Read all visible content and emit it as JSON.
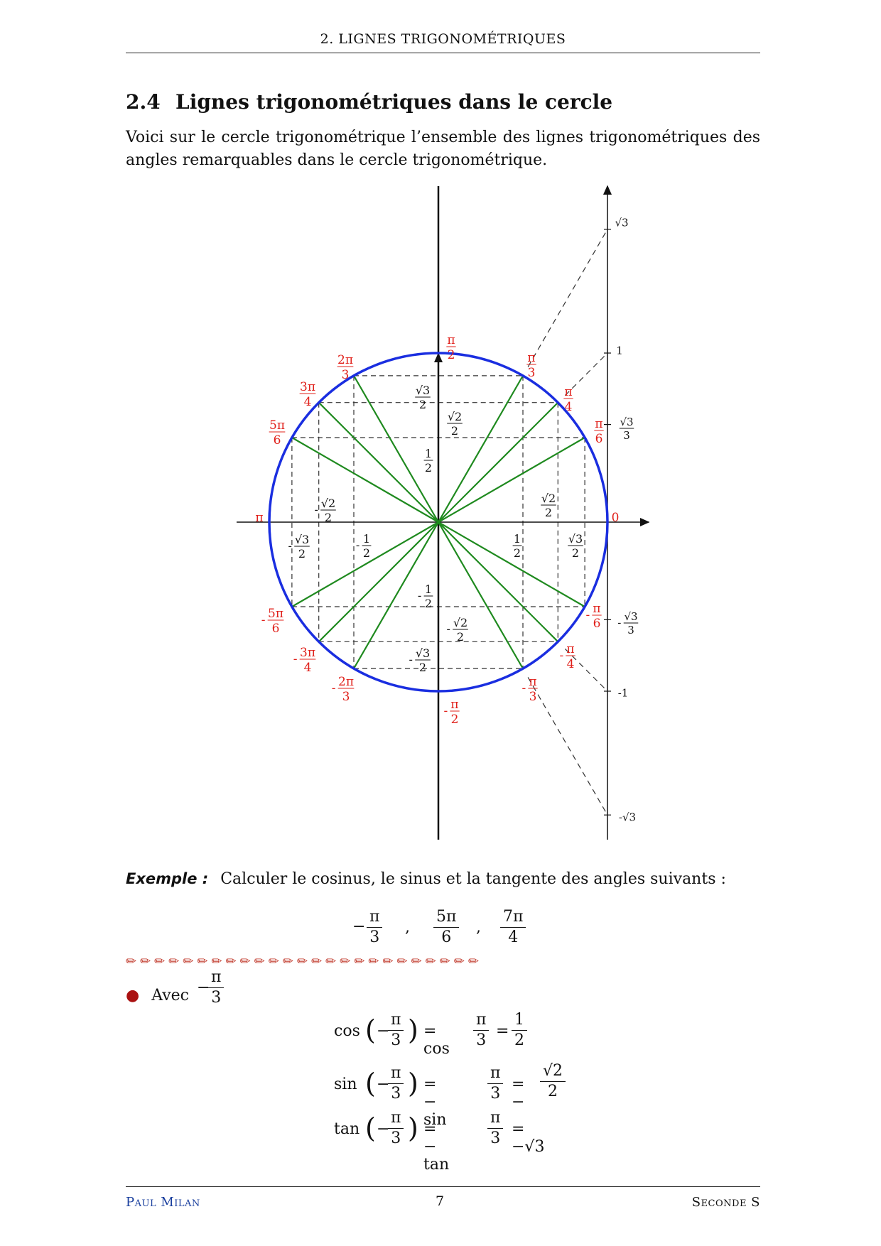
{
  "header": {
    "title": "2.  LIGNES TRIGONOMÉTRIQUES"
  },
  "section": {
    "number": "2.4",
    "title": "Lignes trigonométriques dans le cercle"
  },
  "intro": "Voici sur le cercle trigonométrique l’ensemble des lignes trigonométriques des angles remarquables dans le cercle trigonométrique.",
  "figure": {
    "colors": {
      "circle": "#1a2ee0",
      "rays": "#1f8a1f",
      "angle_labels": "#e0201a",
      "axes": "#111111",
      "dashes": "#333333"
    },
    "angle_labels": [
      {
        "num": "π",
        "den": "2"
      },
      {
        "num": "π",
        "den": "3"
      },
      {
        "num": "π",
        "den": "4"
      },
      {
        "num": "π",
        "den": "6"
      },
      {
        "text": "0"
      },
      {
        "text": "π"
      },
      {
        "num": "2π",
        "den": "3"
      },
      {
        "num": "3π",
        "den": "4"
      },
      {
        "num": "5π",
        "den": "6"
      },
      {
        "sign": "-",
        "num": "5π",
        "den": "6"
      },
      {
        "sign": "-",
        "num": "3π",
        "den": "4"
      },
      {
        "sign": "-",
        "num": "2π",
        "den": "3"
      },
      {
        "sign": "-",
        "num": "π",
        "den": "2"
      },
      {
        "sign": "-",
        "num": "π",
        "den": "3"
      },
      {
        "sign": "-",
        "num": "π",
        "den": "4"
      },
      {
        "sign": "-",
        "num": "π",
        "den": "6"
      }
    ],
    "value_labels": [
      {
        "num": "√3",
        "den": "2"
      },
      {
        "num": "√2",
        "den": "2"
      },
      {
        "num": "1",
        "den": "2"
      },
      {
        "sign": "-",
        "num": "√2",
        "den": "2"
      },
      {
        "num": "√2",
        "den": "2"
      },
      {
        "sign": "-",
        "num": "√3",
        "den": "2"
      },
      {
        "sign": "-",
        "num": "1",
        "den": "2"
      },
      {
        "num": "1",
        "den": "2"
      },
      {
        "num": "√3",
        "den": "2"
      },
      {
        "sign": "-",
        "num": "1",
        "den": "2"
      },
      {
        "sign": "-",
        "num": "√2",
        "den": "2"
      },
      {
        "sign": "-",
        "num": "√3",
        "den": "2"
      }
    ],
    "tangent_labels": [
      {
        "text": "√3"
      },
      {
        "text": "1"
      },
      {
        "num": "√3",
        "den": "3"
      },
      {
        "sign": "-",
        "num": "√3",
        "den": "3"
      },
      {
        "text": "-1"
      },
      {
        "text": "-√3"
      }
    ]
  },
  "example": {
    "label": "Exemple :",
    "text": "Calculer le cosinus, le sinus et la tangente des angles suivants :",
    "angles": [
      {
        "sign": "−",
        "num": "π",
        "den": "3"
      },
      {
        "num": "5π",
        "den": "6"
      },
      {
        "num": "7π",
        "den": "4"
      }
    ],
    "separator": ","
  },
  "pencils": "✏✏✏✏✏✏✏✏✏✏✏✏✏✏✏✏✏✏✏✏✏✏✏✏✏",
  "bullet": {
    "text": "Avec",
    "sign": "−",
    "num": "π",
    "den": "3"
  },
  "equations": {
    "cos": {
      "fn": "cos",
      "mid_fn": "= cos",
      "res_sign": "=",
      "res_num": "1",
      "res_den": "2"
    },
    "sin": {
      "fn": "sin",
      "mid_fn": "= − sin",
      "res_sign": "= −",
      "res_num": "√2",
      "res_den": "2"
    },
    "tan": {
      "fn": "tan",
      "mid_fn": "= − tan",
      "res_text": "= −√3"
    },
    "arg_sign": "−",
    "arg_num": "π",
    "arg_den": "3"
  },
  "footer": {
    "author": "Paul Milan",
    "page": "7",
    "class": "Seconde S"
  }
}
